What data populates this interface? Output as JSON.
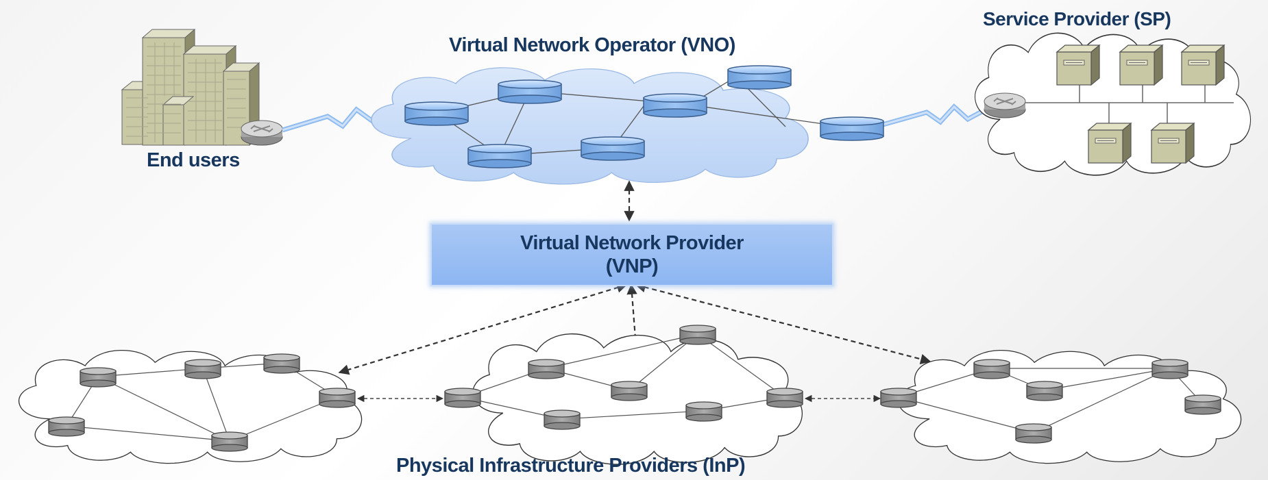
{
  "labels": {
    "vno": "Virtual Network Operator (VNO)",
    "sp": "Service Provider (SP)",
    "end_users": "End users",
    "vnp_line1": "Virtual Network Provider",
    "vnp_line2": "(VNP)",
    "inp": "Physical Infrastructure Providers (InP)"
  },
  "colors": {
    "text": "#17375e",
    "vno_cloud": "#c9dcf8",
    "virtual_node": "#8fbcf0",
    "physical_node": "#9a9a9a",
    "vnp_box": "#8db6f2",
    "server": "#c9c8a5"
  },
  "icons": [
    "building-icon",
    "router-icon",
    "server-icon",
    "cloud-icon",
    "database-node-icon"
  ]
}
